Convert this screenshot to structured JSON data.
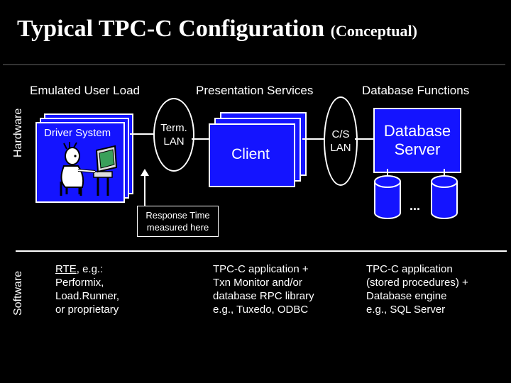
{
  "title": {
    "main": "Typical TPC-C Configuration",
    "sub": "(Conceptual)"
  },
  "columns": {
    "emulated": "Emulated User Load",
    "presentation": "Presentation Services",
    "database": "Database Functions"
  },
  "side_labels": {
    "hardware": "Hardware",
    "software": "Software"
  },
  "nodes": {
    "driver": "Driver System",
    "term_lan_line1": "Term.",
    "term_lan_line2": "LAN",
    "client": "Client",
    "cs_lan_line1": "C/S",
    "cs_lan_line2": "LAN",
    "db_server_line1": "Database",
    "db_server_line2": "Server",
    "ellipsis": "..."
  },
  "response_time": {
    "line1": "Response Time",
    "line2": "measured here"
  },
  "software": {
    "rte": {
      "line1_link": "RTE",
      "line1_rest": ", e.g.:",
      "line2": "Performix,",
      "line3": "Load.Runner,",
      "line4": "or proprietary"
    },
    "presentation": {
      "line1": "TPC-C application +",
      "line2": "Txn Monitor and/or",
      "line3": "database RPC library",
      "line4": "e.g., Tuxedo, ODBC"
    },
    "database": {
      "line1": "TPC-C application",
      "line2": "(stored procedures) +",
      "line3": "Database engine",
      "line4": "e.g., SQL Server"
    }
  },
  "colors": {
    "background": "#000000",
    "window_fill": "#1414ff",
    "accent_red": "#c00000",
    "screen_green": "#3aa05a"
  }
}
